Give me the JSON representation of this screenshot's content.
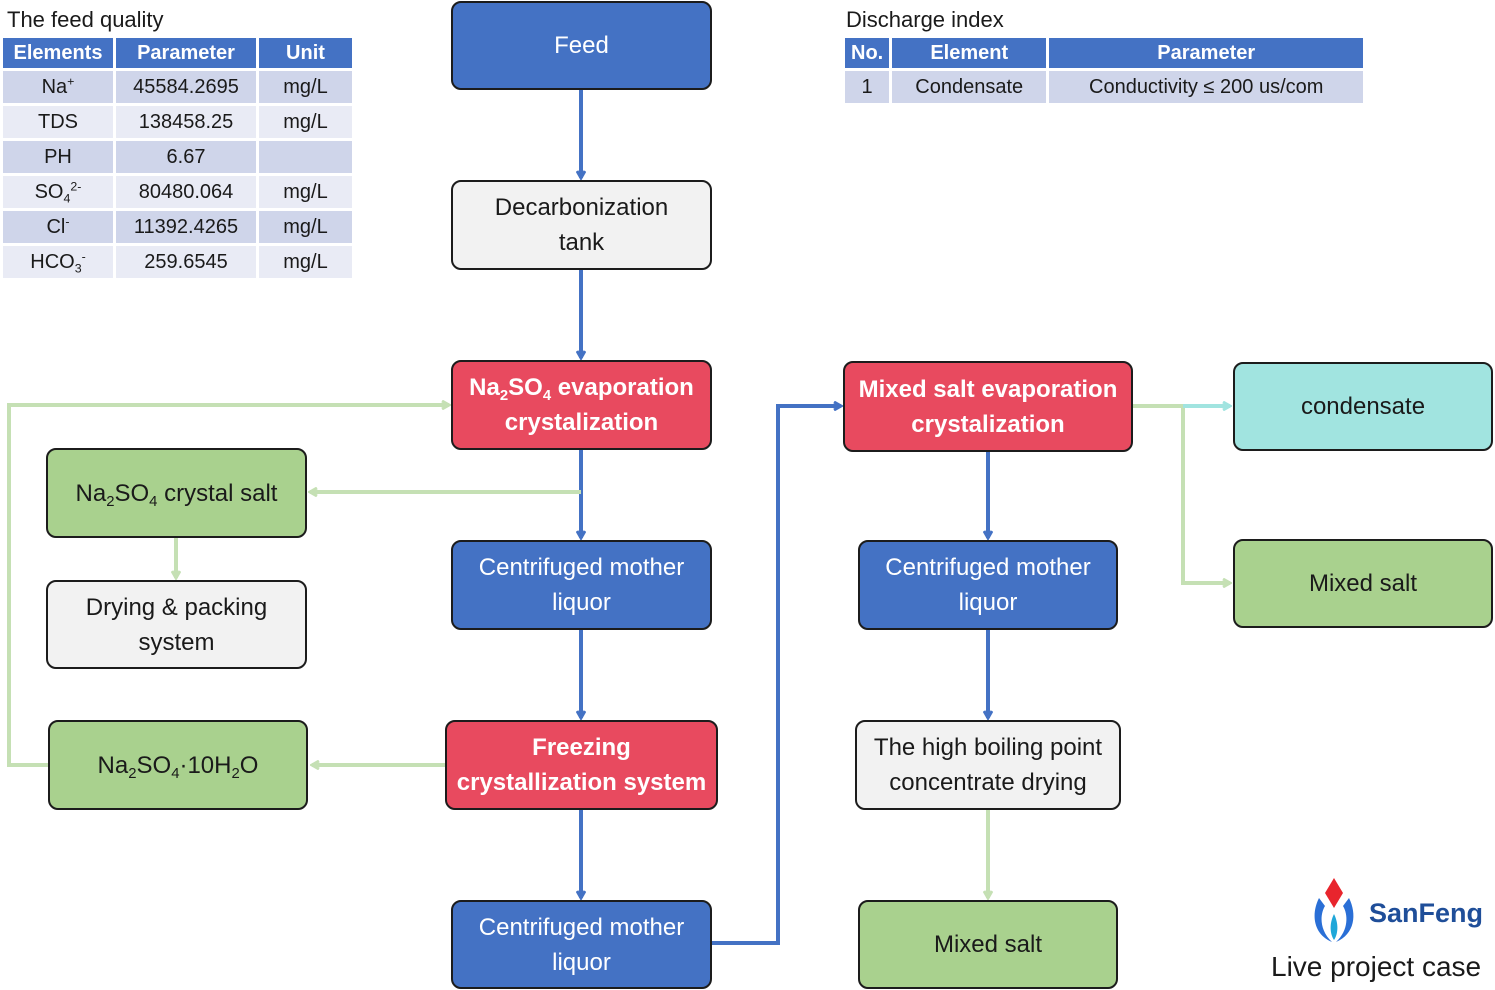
{
  "feed_quality": {
    "title": "The feed quality",
    "headers": [
      "Elements",
      "Parameter",
      "Unit"
    ],
    "rows": [
      {
        "element": "Na",
        "sup": "+",
        "parameter": "45584.2695",
        "unit": "mg/L"
      },
      {
        "element": "TDS",
        "parameter": "138458.25",
        "unit": "mg/L"
      },
      {
        "element": "PH",
        "parameter": "6.67",
        "unit": ""
      },
      {
        "element": "SO",
        "sub": "4",
        "sup": "2-",
        "parameter": "80480.064",
        "unit": "mg/L"
      },
      {
        "element": "Cl",
        "sup": "-",
        "parameter": "11392.4265",
        "unit": "mg/L"
      },
      {
        "element": "HCO",
        "sub": "3",
        "sup": "-",
        "parameter": "259.6545",
        "unit": "mg/L"
      }
    ]
  },
  "discharge_index": {
    "title": "Discharge  index",
    "headers": [
      "No.",
      "Element",
      "Parameter"
    ],
    "rows": [
      {
        "no": "1",
        "element": "Condensate",
        "parameter": "Conductivity ≤ 200 us/com"
      }
    ]
  },
  "nodes": {
    "feed": "Feed",
    "decarb": "Decarbonization tank",
    "na2so4_evap": {
      "a": "Na",
      "b": "2",
      "c": "SO",
      "d": "4",
      "e": " evaporation",
      "f": "crystalization"
    },
    "na2so4_crystal": {
      "a": "Na",
      "b": "2",
      "c": "SO",
      "d": "4",
      "e": " crystal salt"
    },
    "drying_packing": "Drying & packing system",
    "centrifuged_1": "Centrifuged mother liquor",
    "freezing": "Freezing crystallization system",
    "decahydrate": {
      "a": "Na",
      "b": "2",
      "c": "SO",
      "d": "4",
      "e": "·10H",
      "f": "2",
      "g": "O"
    },
    "centrifuged_2": "Centrifuged mother liquor",
    "mixed_evap": "Mixed salt evaporation crystalization",
    "centrifuged_3": "Centrifuged mother liquor",
    "high_boiling": "The high boiling point concentrate drying",
    "mixed_salt_bottom": "Mixed salt",
    "condensate": "condensate",
    "mixed_salt_right": "Mixed salt"
  },
  "logo": {
    "brand": "SanFeng",
    "footer": "Live project case",
    "icon": "drop-flame-icon"
  },
  "colors": {
    "blue": "#4472c4",
    "red": "#e84a5f",
    "green": "#a9d18e",
    "cyan": "#a1e4e0",
    "grey": "#f2f2f2",
    "connector_blue": "#4472c4",
    "connector_green": "#c5e0b4",
    "connector_cyan": "#a1e4e0"
  }
}
